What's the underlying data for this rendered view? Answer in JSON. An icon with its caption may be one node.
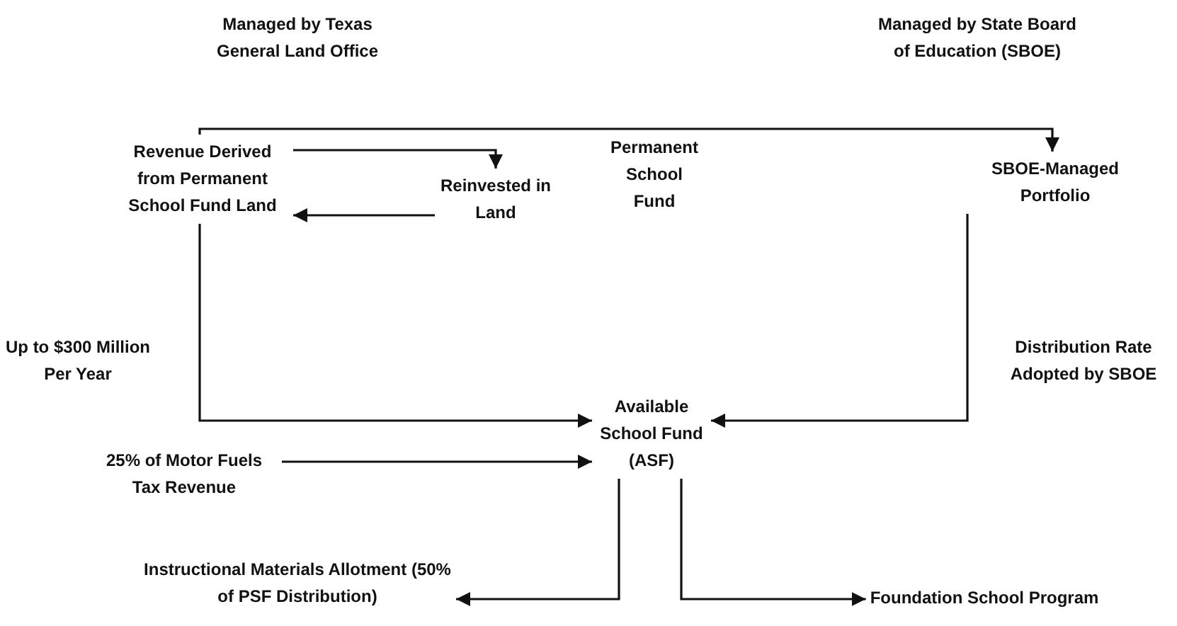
{
  "diagram": {
    "nodes": [
      {
        "text": [
          "Revenue Derived from Permanent School Fund Land"
        ]
      },
      {
        "text": [
          "Reinvested in Land"
        ]
      },
      {
        "text": [
          "SBOE-Managed Portfolio"
        ]
      },
      {
        "text": [
          "Available School Fund (ASF)"
        ]
      },
      {
        "text": [
          "25% of Motor Fuels Tax Revenue"
        ]
      },
      {
        "text": [
          "Instructional Materials Allotment (50% of PSF Distribution)"
        ]
      },
      {
        "text": [
          "Foundation School Program"
        ]
      }
    ],
    "edges": [
      {
        "from": 0,
        "to": 2,
        "arrow": "to"
      },
      {
        "from": 0,
        "to": 1,
        "arrow": "to"
      },
      {
        "from": 1,
        "to": 0,
        "arrow": "to"
      },
      {
        "from": 0,
        "to": 3,
        "arrow": "to",
        "label": "Up to $300 Million Per Year"
      },
      {
        "from": 2,
        "to": 3,
        "arrow": "to",
        "label": "Distribution Rate Adopted by SBOE"
      },
      {
        "from": 4,
        "to": 3,
        "arrow": "to"
      },
      {
        "from": 3,
        "to": 5,
        "arrow": "to"
      },
      {
        "from": 3,
        "to": 6,
        "arrow": "to"
      }
    ],
    "labels": [
      "Managed by Texas General Land Office",
      "Managed by State Board of Education (SBOE)",
      "Permanent School Fund"
    ]
  }
}
